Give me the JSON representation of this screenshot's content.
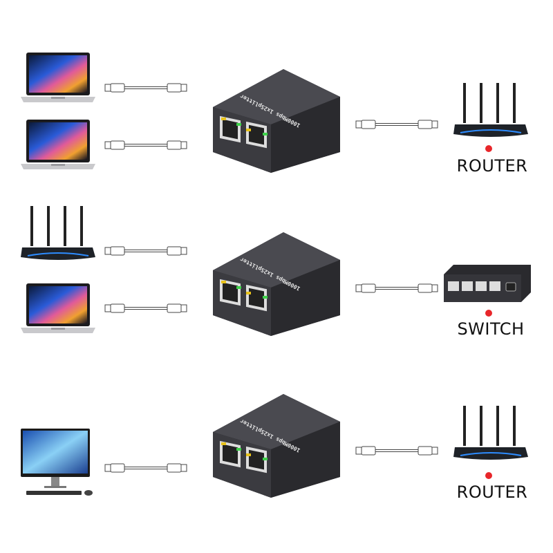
{
  "device_label": "1000Mbps 1x2Splitter",
  "colors": {
    "status_dot": "#e8262a",
    "splitter_body": "#3a3a3e",
    "led_yellow": "#e8c21a",
    "led_green": "#3fd14a"
  },
  "rows": [
    {
      "left_devices": [
        "laptop-icon",
        "laptop-icon"
      ],
      "right_device": "router-icon",
      "right_label": "ROUTER"
    },
    {
      "left_devices": [
        "router-icon",
        "laptop-icon"
      ],
      "right_device": "switch-icon",
      "right_label": "SWITCH"
    },
    {
      "left_devices": [
        "desktop-computer-icon"
      ],
      "right_device": "router-icon",
      "right_label": "ROUTER"
    }
  ]
}
